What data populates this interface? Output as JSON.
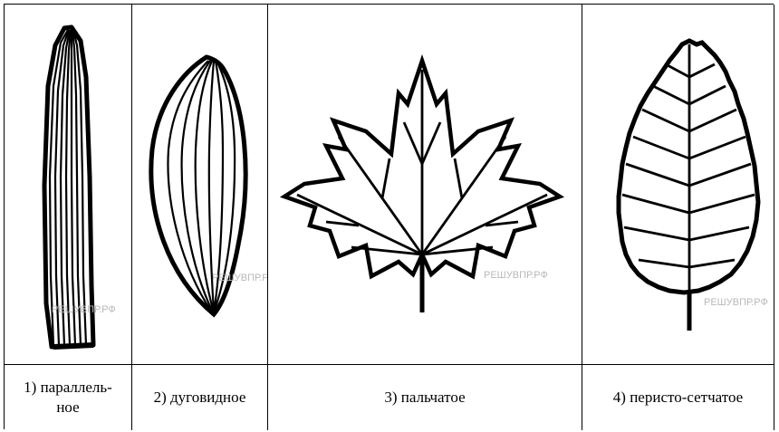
{
  "leaves": [
    {
      "id": "parallel",
      "label": "1) параллель-\nное",
      "icon": "parallel-venation-leaf",
      "watermark": "РЕШУВПР.РФ"
    },
    {
      "id": "arcuate",
      "label": "2) дуговидное",
      "icon": "arcuate-venation-leaf",
      "watermark": "РЕШУВПР.РФ"
    },
    {
      "id": "palmate",
      "label": "3) пальчатое",
      "icon": "palmate-venation-leaf",
      "watermark": "РЕШУВПР.РФ"
    },
    {
      "id": "pinnate",
      "label": "4) перисто-сетчатое",
      "icon": "pinnate-reticulate-venation-leaf",
      "watermark": "РЕШУВПР.РФ"
    }
  ]
}
